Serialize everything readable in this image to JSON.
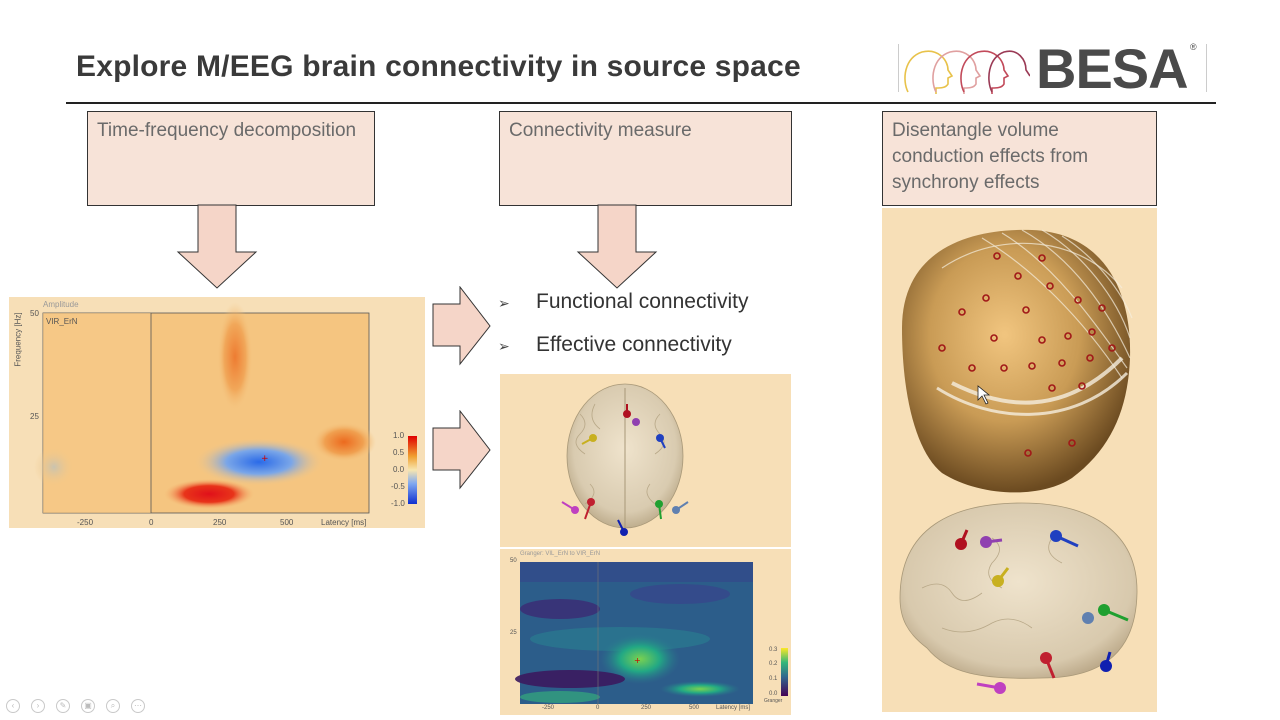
{
  "slide": {
    "title": "Explore M/EEG brain connectivity in source space"
  },
  "logo": {
    "text": "BESA",
    "registered": "®",
    "head_colors": [
      "#e8c24a",
      "#e0a0a0",
      "#c24a5a",
      "#9a3a55"
    ]
  },
  "boxes": {
    "tf": "Time-frequency decomposition",
    "conn": "Connectivity measure",
    "vol": "Disentangle volume conduction effects from synchrony effects"
  },
  "bullets": {
    "items": [
      "Functional connectivity",
      "Effective connectivity"
    ],
    "marker": "➢"
  },
  "tf_plot": {
    "header": "Amplitude",
    "label": "VIR_ErN",
    "ylabel": "Frequency [Hz]",
    "y_ticks": [
      "50",
      "25"
    ],
    "x_ticks": [
      "-250",
      "0",
      "250",
      "500"
    ],
    "xlabel": "Latency [ms]",
    "colorbar_ticks": [
      "1.0",
      "0.5",
      "0.0",
      "-0.5",
      "-1.0"
    ]
  },
  "granger_plot": {
    "header": "Granger: VIL_ErN to VIR_ErN",
    "y_ticks": [
      "50",
      "25"
    ],
    "x_ticks": [
      "-250",
      "0",
      "250",
      "500"
    ],
    "xlabel": "Latency [ms]",
    "colorbar_ticks": [
      "0.3",
      "0.2",
      "0.1",
      "0.0"
    ],
    "colorbar_label": "Granger"
  },
  "colors": {
    "accent_box": "#f7e3d8",
    "panel_bg": "#f7dfb7",
    "arrow_fill": "#f5d5c8"
  },
  "nav_icons": [
    "prev-icon",
    "next-icon",
    "pen-icon",
    "slides-icon",
    "zoom-icon",
    "more-icon"
  ]
}
